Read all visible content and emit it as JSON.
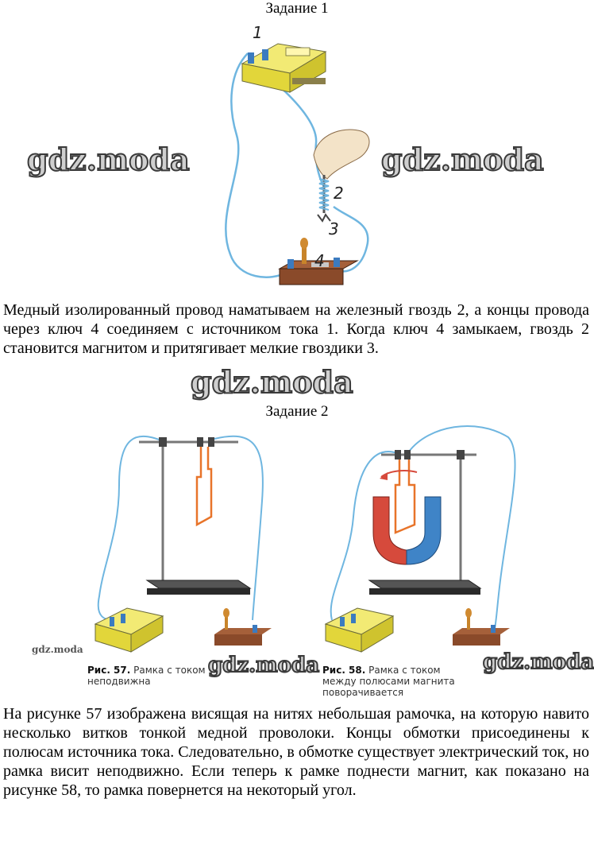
{
  "task1": {
    "title": "Задание 1",
    "labels": [
      "1",
      "2",
      "3",
      "4"
    ],
    "text": "Медный изолированный провод наматываем на железный гвоздь 2, а концы провода через ключ 4 соединяем с источником тока 1. Когда ключ 4 замыкаем, гвоздь 2 становится магнитом и притягивает мелкие гвоздики 3."
  },
  "task2": {
    "title": "Задание 2",
    "fig57_caption_bold": "Рис. 57.",
    "fig57_caption": "Рамка с током неподвижна",
    "fig58_caption_bold": "Рис. 58.",
    "fig58_caption": "Рамка с током между полюсами магнита поворачивается",
    "text": "На рисунке 57 изображена висящая на нитях небольшая рамочка, на которую навито несколько витков тонкой медной проволоки. Концы обмотки присоединены к полюсам источника тока. Следовательно, в обмотке существует электрический ток, но рамка висит неподвижно. Если теперь к рамке поднести магнит, как показано на рисунке 58, то рамка повернется на некоторый угол."
  },
  "watermarks": {
    "large": "gdz.moda",
    "small": "gdz.moda"
  },
  "colors": {
    "wire": "#6fb6e0",
    "battery": "#e9e04a",
    "frame": "#e8742a",
    "magnet_red": "#d64a3c",
    "magnet_blue": "#3f84c7"
  }
}
